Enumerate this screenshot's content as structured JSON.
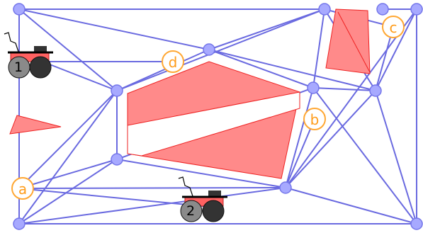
{
  "diagram": {
    "edge_color": "#6a6ae0",
    "node_color": "#a7a9ff",
    "obstacle_color": "#ff8a8a",
    "goal_color": "#ffa733",
    "robot_color": "#ff6161"
  },
  "goals": [
    {
      "id": "a",
      "label": "a"
    },
    {
      "id": "b",
      "label": "b"
    },
    {
      "id": "c",
      "label": "c"
    },
    {
      "id": "d",
      "label": "d"
    }
  ],
  "robots": [
    {
      "id": "1",
      "label": "1"
    },
    {
      "id": "2",
      "label": "2"
    }
  ]
}
